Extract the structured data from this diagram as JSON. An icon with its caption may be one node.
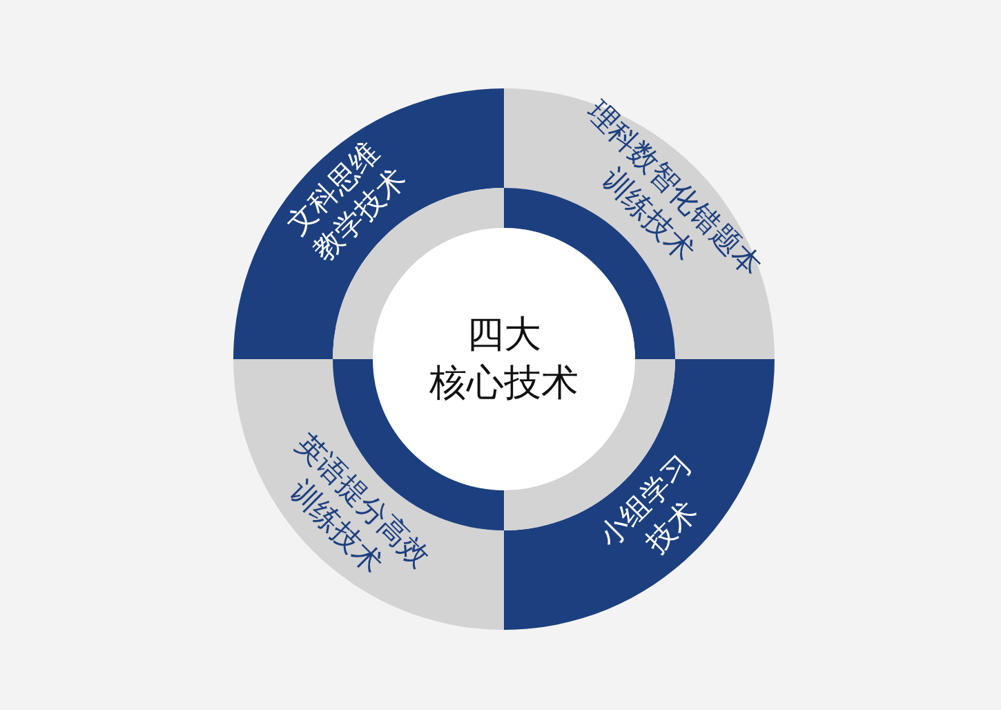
{
  "diagram": {
    "nodes": [
      {
        "text": [
          "文科思维教学技术"
        ]
      },
      {
        "text": [
          "理科数智化错题本训练技术"
        ]
      },
      {
        "text": [
          "四大",
          "核心技术"
        ]
      },
      {
        "text": [
          "英语提分高效训练技术"
        ]
      },
      {
        "text": [
          "小组学习技术"
        ]
      }
    ]
  }
}
